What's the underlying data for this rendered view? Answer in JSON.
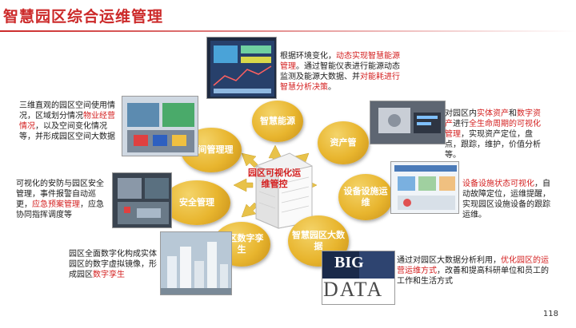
{
  "slide": {
    "title": "智慧园区综合运维管理",
    "page_number": "118"
  },
  "center": {
    "label": "园区可视化运维管控"
  },
  "modules": [
    {
      "id": "energy",
      "label": "智慧能源"
    },
    {
      "id": "asset",
      "label": "资产管"
    },
    {
      "id": "space",
      "label": "空间管理理"
    },
    {
      "id": "device",
      "label": "设备设施运维"
    },
    {
      "id": "security",
      "label": "安全管理"
    },
    {
      "id": "twin",
      "label": "园区数字孪生"
    },
    {
      "id": "bigdata",
      "label": "智慧园区大数据"
    }
  ],
  "descriptions": {
    "energy": {
      "p1": "根据环境变化，",
      "h1": "动态实现智慧能源管理",
      "p2": "。通过智能仪表进行能源动态监测及能源大数据、并",
      "h2": "对能耗进行智慧分析决策",
      "p3": "。"
    },
    "asset": {
      "p1": "对园区内",
      "h1": "实体资产",
      "p2": "和",
      "h2": "数字资产",
      "p3": "进行",
      "h3": "全生命周期的可视化管理",
      "p4": "，实现资产定位，盘点，跟踪，维护，价值分析等。"
    },
    "space": {
      "p1": "三维直观的园区空间使用情况，区域划分情况",
      "h1": "物业经营情况",
      "p2": "，以及空间变化情况等，并形成园区空间大数据"
    },
    "device": {
      "h1": "设备设施状态可视化",
      "p1": "，自动故障定位，运维提醒，实现园区设施设备的跟踪运维。"
    },
    "security": {
      "p1": "可视化的安防与园区安全管理，事件报警自动巡更，",
      "h1": "应急预案管理",
      "p2": "，应急协同指挥调度等"
    },
    "twin": {
      "p1": "园区全面数字化构成实体园区的数字虚拟镜像，形成园区",
      "h1": "数字孪生"
    },
    "bigdata": {
      "p1": "通过对园区大数据分析利用，",
      "h1": "优化园区的运营运维方式",
      "p2": "，改善和提高科研单位和员工的工作和生活方式"
    }
  },
  "bigdata_image": {
    "word1": "BIG",
    "word2": "DATA"
  },
  "colors": {
    "title": "#cc2a2a",
    "highlight": "#d42020",
    "circle": "#e8b52e",
    "hub_arrow": "#e8c24a"
  }
}
